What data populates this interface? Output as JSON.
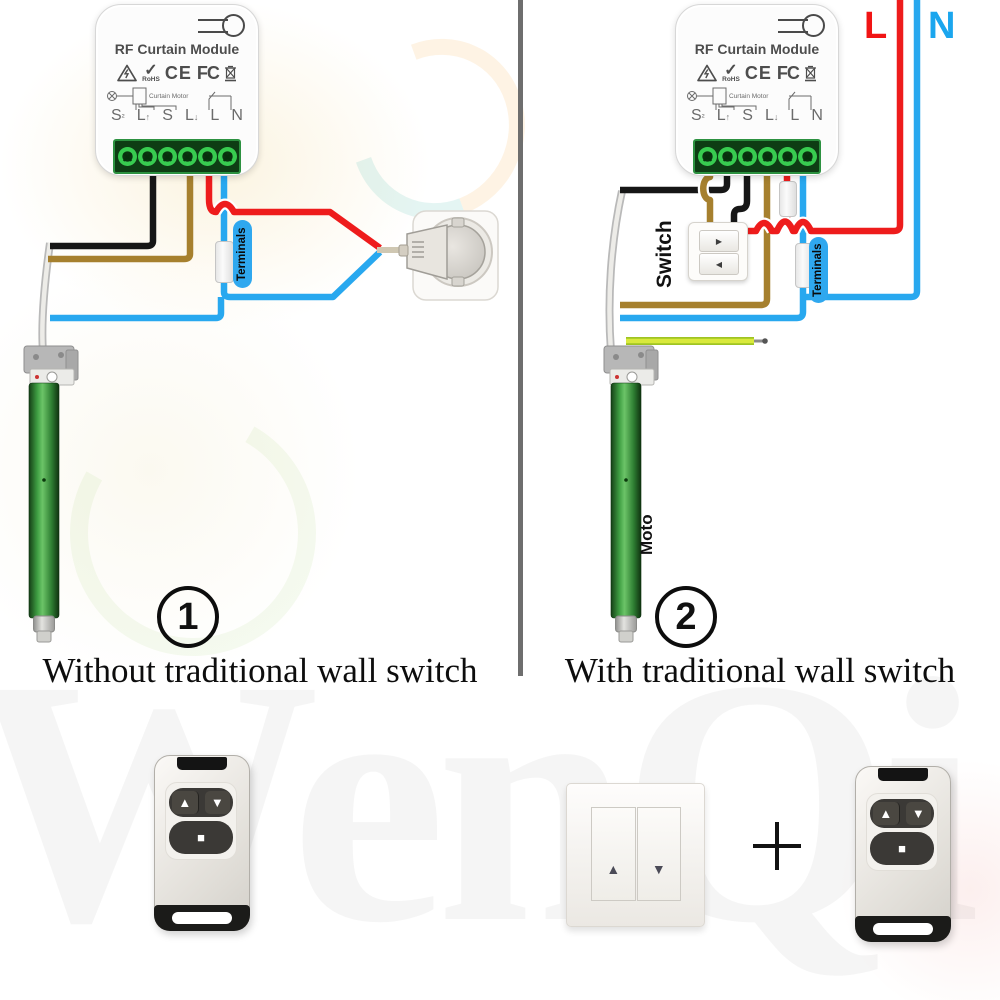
{
  "colors": {
    "wire-black": "#161616",
    "wire-brown": "#a6802e",
    "wire-red": "#ee1c1c",
    "wire-blue": "#28a8ef",
    "wire-white": "#edece8",
    "cable-outline": "#b9b9b9",
    "earth-yellow": "#d9e93c",
    "earth-green": "#9fc423",
    "pill-bg": "#2fa8ef",
    "l-label": "#f11414",
    "n-label": "#1ba6ee",
    "motor-green": "#3f9f43",
    "divider": "#6e6e6e"
  },
  "module": {
    "title": "RF Curtain Module",
    "certs": {
      "check": "✓",
      "rohs": "RoHS",
      "ce": "CE",
      "fcc": "FC"
    },
    "schematic_label": "Curtain Motor",
    "terminals": [
      {
        "main": "S",
        "mark": "²"
      },
      {
        "main": "L",
        "mark": "↑"
      },
      {
        "main": "S",
        "mark": ""
      },
      {
        "main": "L",
        "mark": "↓"
      },
      {
        "main": "L",
        "mark": ""
      },
      {
        "main": "N",
        "mark": ""
      }
    ]
  },
  "left": {
    "number": "1",
    "caption": "Without traditional wall switch",
    "terminals_label": "Terminals"
  },
  "right": {
    "number": "2",
    "caption": "With traditional wall switch",
    "terminals_label": "Terminals",
    "switch_label": "Switch",
    "motor_label": "Moto",
    "l_label": "L",
    "n_label": "N",
    "plus": "+",
    "switch_up": "▶",
    "switch_down": "◀"
  },
  "wall_switch": {
    "up": "▲",
    "down": "▼"
  },
  "remote": {
    "up": "▲",
    "down": "▼",
    "stop": "■"
  },
  "watermark": "WenQi"
}
